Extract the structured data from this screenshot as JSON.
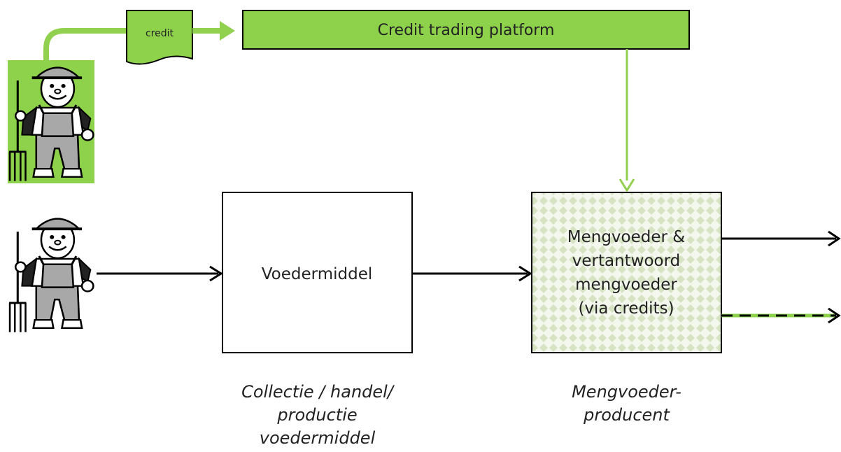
{
  "credit_label": "credit",
  "platform_label": "Credit trading platform",
  "voedermiddel_box": {
    "label": "Voedermiddel"
  },
  "mengvoeder_box": {
    "lines": [
      "Mengvoeder &",
      "vertantwoord",
      "mengvoeder",
      "(via credits)"
    ]
  },
  "captions": {
    "collectie": [
      "Collectie / handel/",
      "productie",
      "voedermiddel"
    ],
    "producent": [
      "Mengvoeder-",
      "producent"
    ]
  },
  "colors": {
    "green": "#92D050",
    "green_fill": "#8ED24C",
    "pattern_bg": "#f4f7ee",
    "pattern_diamond": "#d6e4c4",
    "farmer_overalls": "#a8a8a8",
    "stroke": "#000000"
  },
  "icons": [
    "farmer-with-pitchfork",
    "farmer-with-pitchfork"
  ]
}
